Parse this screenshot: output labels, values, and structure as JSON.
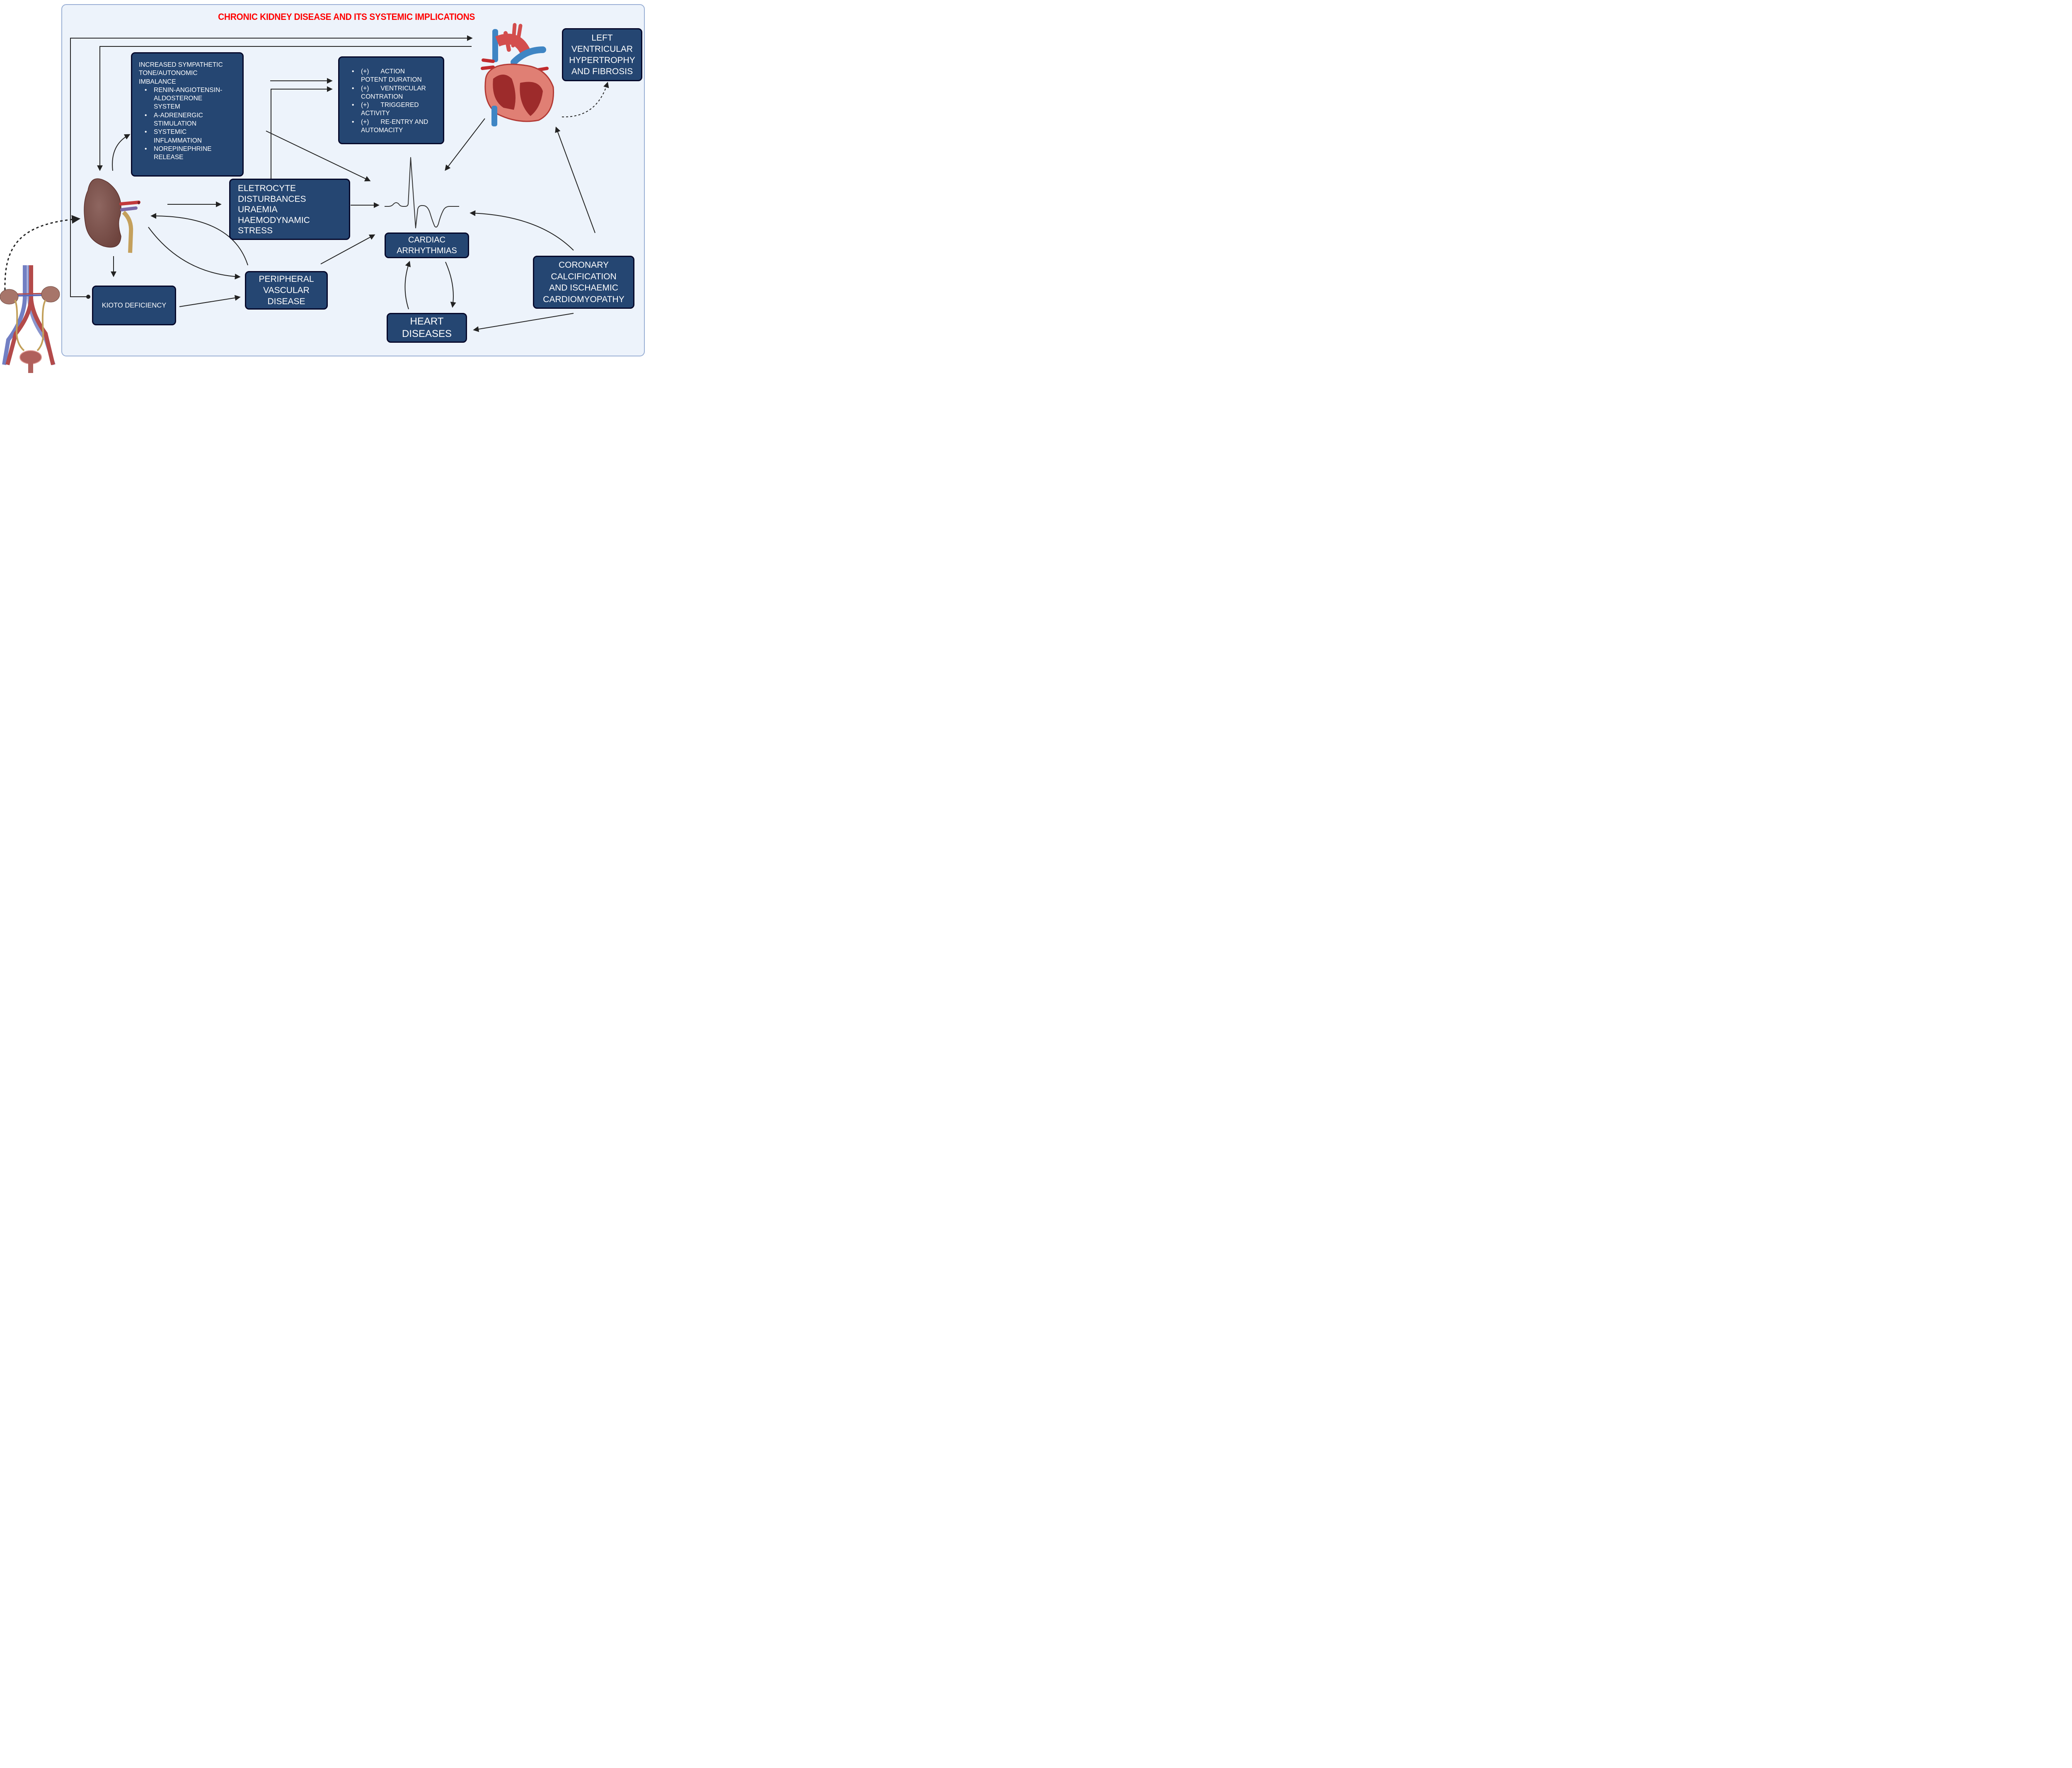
{
  "title": "CHRONIC KIDNEY DISEASE AND ITS SYSTEMIC IMPLICATIONS",
  "colors": {
    "title": "#ff0000",
    "panel_bg": "#edf3fb",
    "panel_border": "#98aed4",
    "box_fill": "#254672",
    "box_border": "#05082a",
    "box_text": "#ffffff",
    "arrow": "#222222"
  },
  "boxes": {
    "sympathetic": {
      "heading": [
        "INCREASED SYMPATHETIC",
        "TONE/AUTONOMIC",
        "IMBALANCE"
      ],
      "bullets": [
        [
          "RENIN-ANGIOTENSIN-",
          "ALDOSTERONE",
          "SYSTEM"
        ],
        [
          "A-ADRENERGIC",
          "STIMULATION"
        ],
        [
          "SYSTEMIC",
          "INFLAMMATION"
        ],
        [
          "NOREPINEPHRINE",
          "RELEASE"
        ]
      ]
    },
    "electrophysiology": {
      "bullets": [
        {
          "prefix": "(+)",
          "lines": [
            "ACTION",
            "POTENT DURATION"
          ]
        },
        {
          "prefix": "(+)",
          "lines": [
            "VENTRICULAR",
            "CONTRATION"
          ]
        },
        {
          "prefix": "(+)",
          "lines": [
            "TRIGGERED",
            "ACTIVITY"
          ]
        },
        {
          "prefix": "(+)",
          "lines": [
            "RE-ENTRY AND",
            "AUTOMACITY"
          ]
        }
      ]
    },
    "lvh": [
      "LEFT",
      "VENTRICULAR",
      "HYPERTROPHY",
      "AND FIBROSIS"
    ],
    "electrolyte": [
      "ELETROCYTE",
      "DISTURBANCES",
      "URAEMIA",
      "HAEMODYNAMIC",
      "STRESS"
    ],
    "arrhythmias": [
      "CARDIAC",
      "ARRHYTHMIAS"
    ],
    "coronary": [
      "CORONARY",
      "CALCIFICATION",
      "AND ISCHAEMIC",
      "CARDIOMYOPATHY"
    ],
    "kioto": [
      "KIOTO DEFICIENCY"
    ],
    "peripheral": [
      "PERIPHERAL",
      "VASCULAR",
      "DISEASE"
    ],
    "heart_diseases": [
      "HEART",
      "DISEASES"
    ]
  },
  "illustrations": {
    "kidney": "kidney-illustration",
    "heart": "heart-illustration",
    "urinary_system": "urinary-system-illustration",
    "ecg": "ecg-waveform"
  }
}
